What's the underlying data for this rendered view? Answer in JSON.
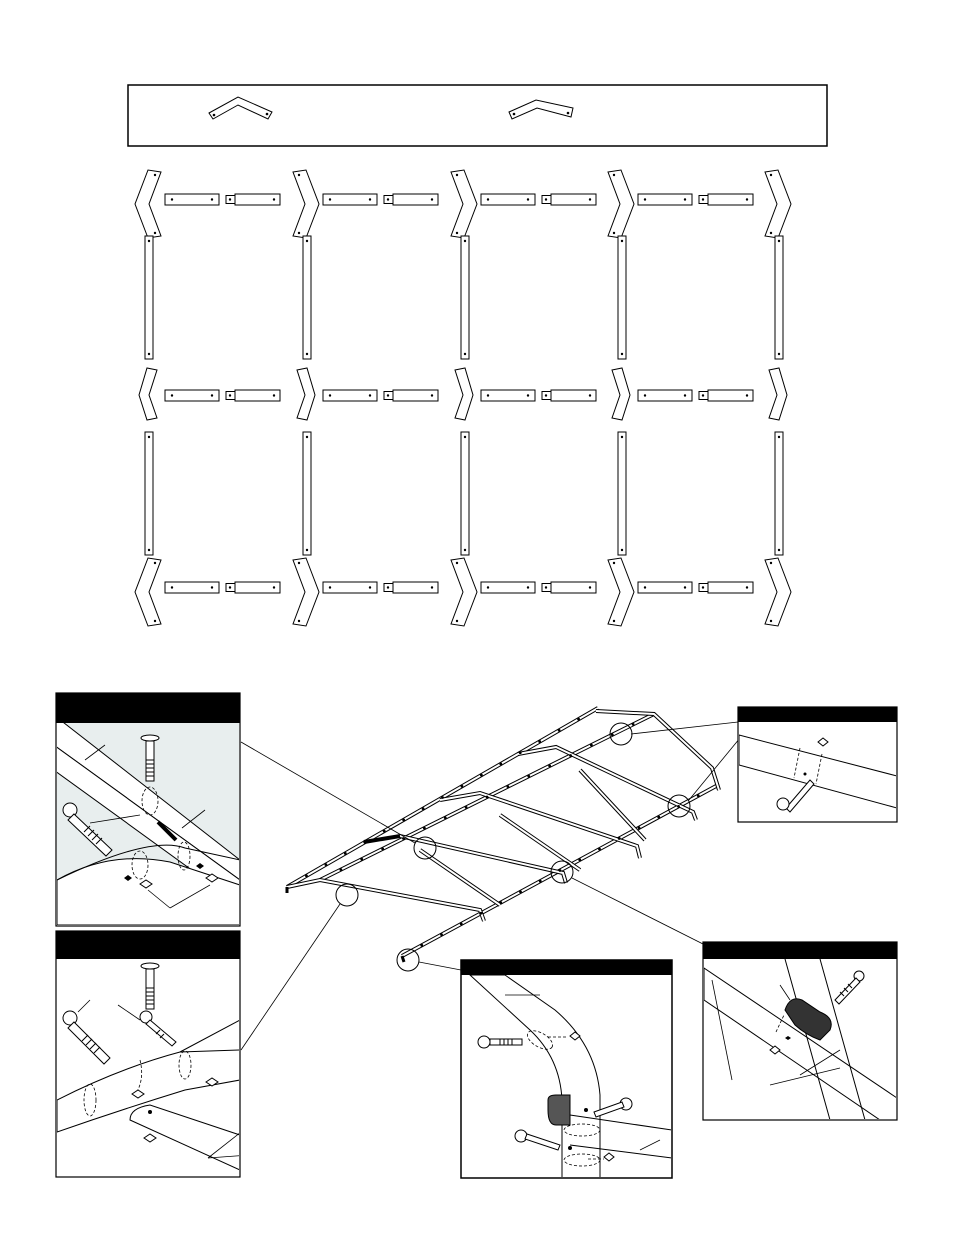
{
  "page": {
    "title": "",
    "parts_legend_labels": [],
    "parts_layout": {
      "columns": 5,
      "levels": 3,
      "straight_segments_between_levels": 2
    },
    "detail_callouts": [
      {
        "id": "detail-top-left-corner",
        "label": ""
      },
      {
        "id": "detail-bottom-left-corner",
        "label": ""
      },
      {
        "id": "detail-top-right-splice",
        "label": ""
      },
      {
        "id": "detail-bottom-right-cross",
        "label": ""
      },
      {
        "id": "detail-bottom-center-foot",
        "label": ""
      }
    ]
  }
}
